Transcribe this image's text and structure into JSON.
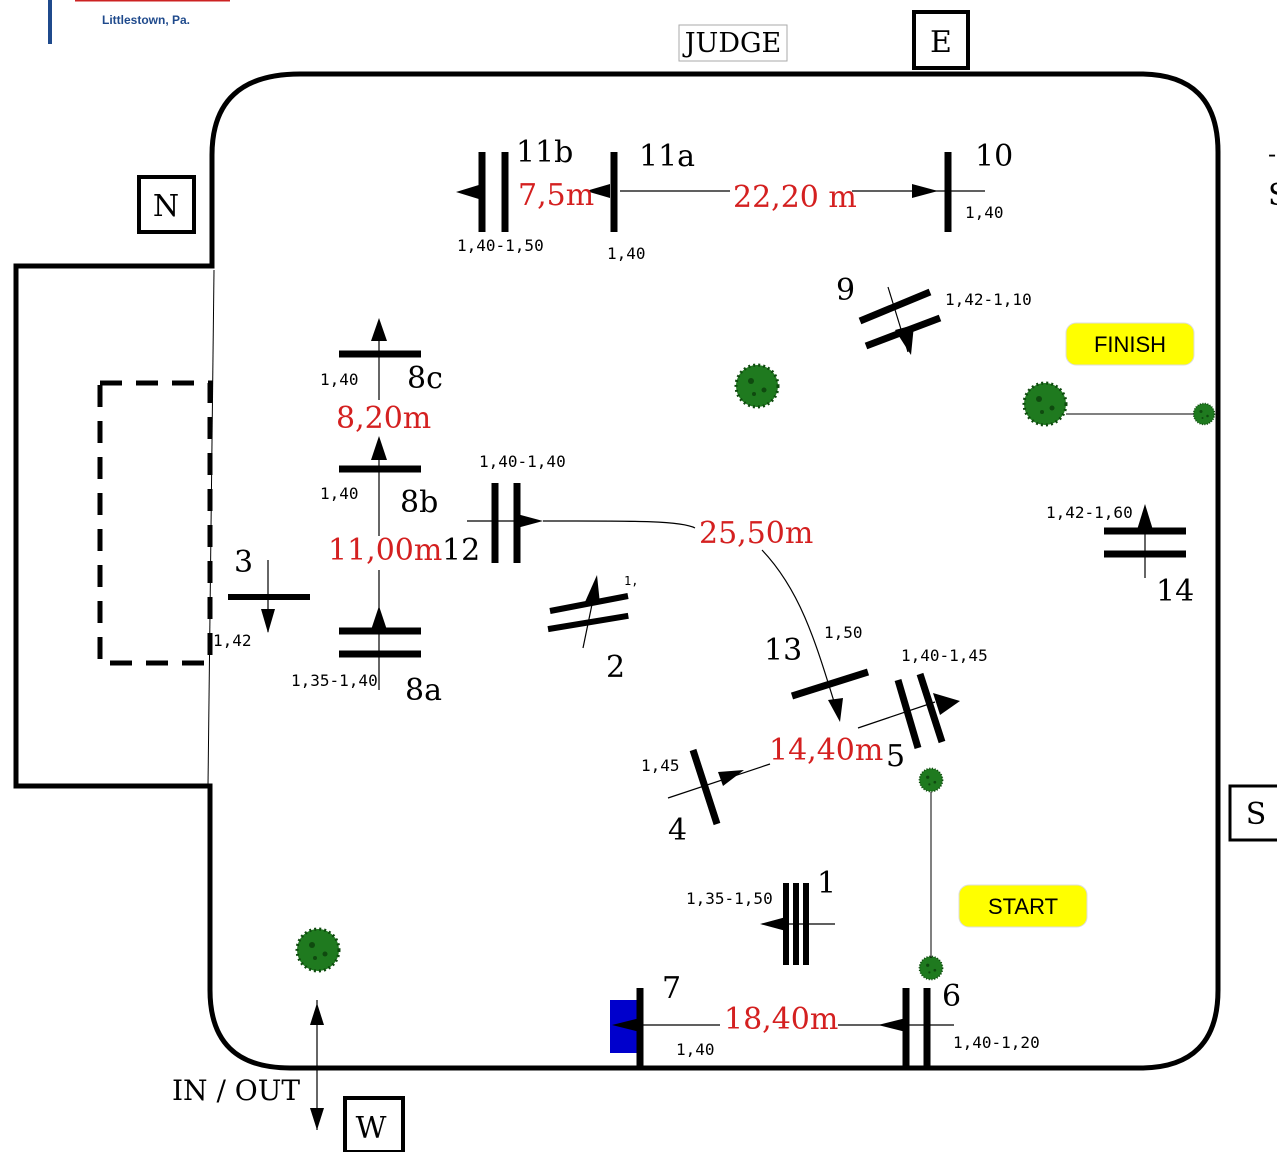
{
  "logo": {
    "subtitle": "Littlestown, Pa."
  },
  "header": {
    "judge": "JUDGE"
  },
  "compass": {
    "east": "E",
    "north": "N",
    "south": "S",
    "west": "W"
  },
  "labels": {
    "finish": "FINISH",
    "start": "START",
    "in_out": "IN / OUT",
    "right_edge_fragment_1": "-",
    "right_edge_fragment_2": "S"
  },
  "fences": {
    "f1": {
      "number": "1",
      "height": "1,35-1,50"
    },
    "f2": {
      "number": "2",
      "height": "1,"
    },
    "f3": {
      "number": "3",
      "height": "1,42"
    },
    "f4": {
      "number": "4",
      "height": "1,45"
    },
    "f5": {
      "number": "5",
      "height": "1,40-1,45"
    },
    "f6": {
      "number": "6",
      "height": "1,40-1,20"
    },
    "f7": {
      "number": "7",
      "height": "1,40"
    },
    "f8a": {
      "number": "8a",
      "height": "1,35-1,40"
    },
    "f8b": {
      "number": "8b",
      "height": "1,40"
    },
    "f8c": {
      "number": "8c",
      "height": "1,40"
    },
    "f9": {
      "number": "9",
      "height": "1,42-1,10"
    },
    "f10": {
      "number": "10",
      "height": "1,40"
    },
    "f11a": {
      "number": "11a",
      "height": "1,40"
    },
    "f11b": {
      "number": "11b",
      "height": "1,40-1,50"
    },
    "f12": {
      "number": "12",
      "height": "1,40-1,40"
    },
    "f13": {
      "number": "13",
      "height": "1,50"
    },
    "f14": {
      "number": "14",
      "height": "1,42-1,60"
    }
  },
  "distances": {
    "d_10_11a": "22,20 m",
    "d_11a_11b": "7,5m",
    "d_8b_8c": "8,20m",
    "d_8a_8b": "11,00m",
    "d_12_13": "25,50m",
    "d_4_5": "14,40m",
    "d_6_7": "18,40m"
  },
  "colors": {
    "distance": "#d42020",
    "tree": "#1f7a1f",
    "tree_dark": "#0f4a0f",
    "label_bg": "#ffff00",
    "block": "#0000cc"
  }
}
